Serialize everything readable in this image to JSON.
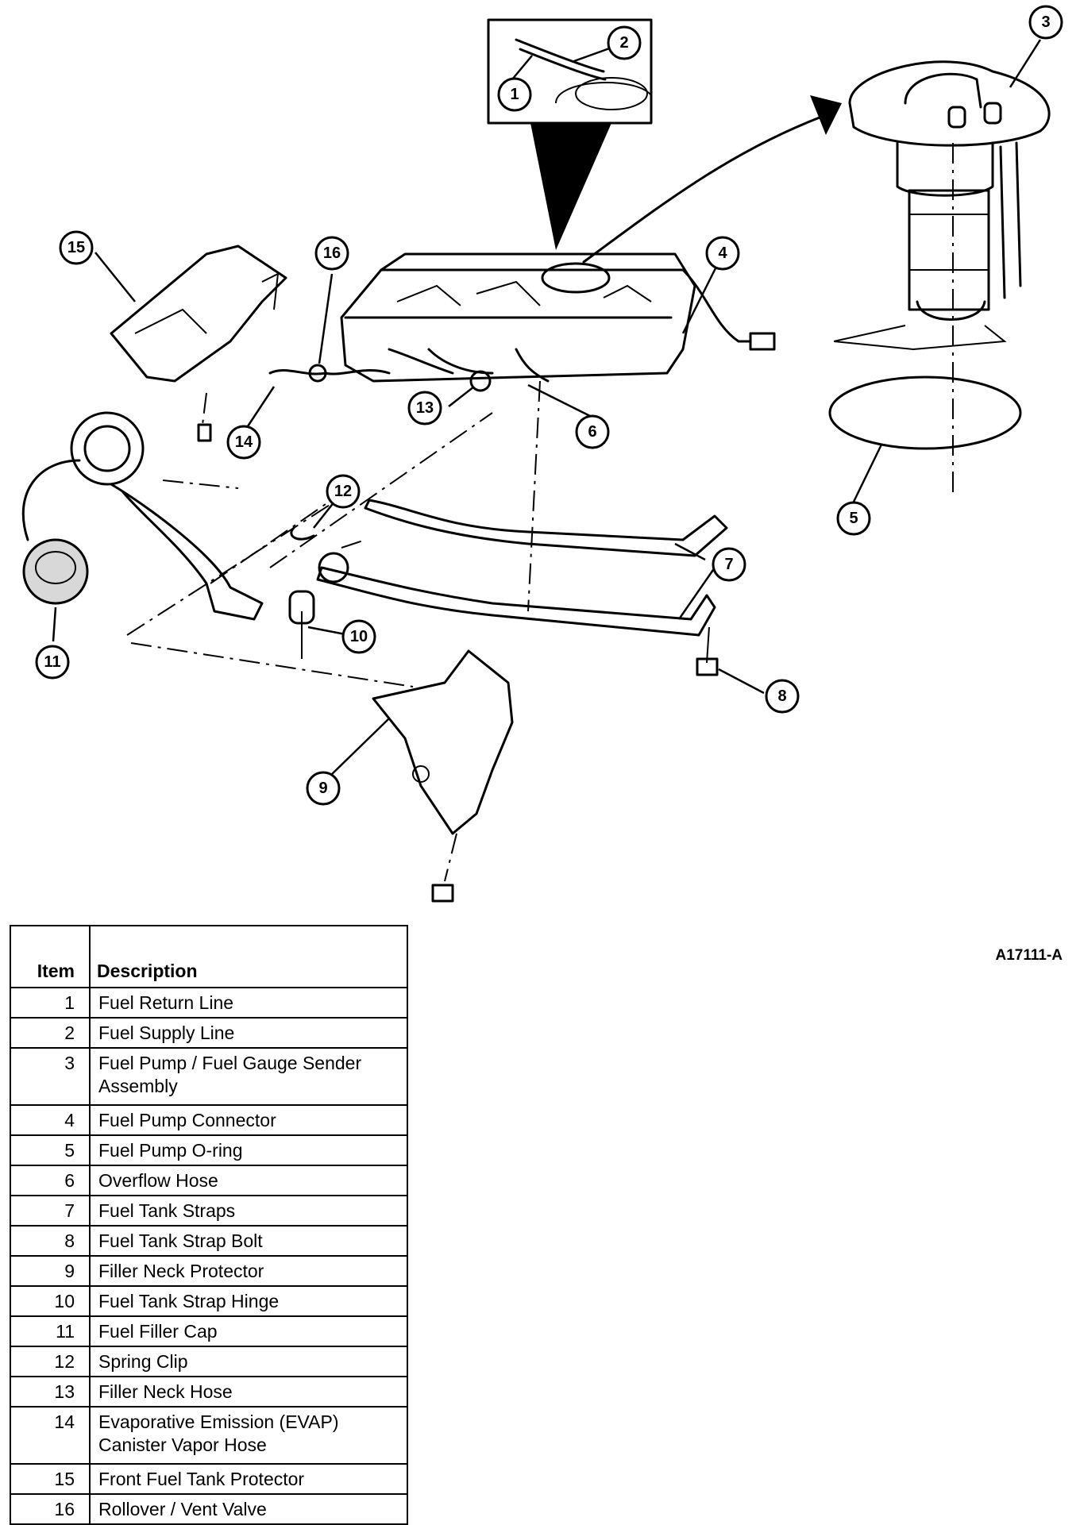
{
  "figure_id": "A17111-A",
  "callouts": [
    "1",
    "2",
    "3",
    "4",
    "5",
    "6",
    "7",
    "8",
    "9",
    "10",
    "11",
    "12",
    "13",
    "14",
    "15",
    "16"
  ],
  "legend": {
    "headers": {
      "item": "Item",
      "description": "Description"
    },
    "rows": [
      {
        "item": "1",
        "description": "Fuel Return Line"
      },
      {
        "item": "2",
        "description": "Fuel Supply Line"
      },
      {
        "item": "3",
        "description": "Fuel Pump / Fuel Gauge Sender Assembly"
      },
      {
        "item": "4",
        "description": "Fuel Pump Connector"
      },
      {
        "item": "5",
        "description": "Fuel Pump O-ring"
      },
      {
        "item": "6",
        "description": "Overflow Hose"
      },
      {
        "item": "7",
        "description": "Fuel Tank Straps"
      },
      {
        "item": "8",
        "description": "Fuel Tank Strap Bolt"
      },
      {
        "item": "9",
        "description": "Filler Neck Protector"
      },
      {
        "item": "10",
        "description": "Fuel Tank Strap Hinge"
      },
      {
        "item": "11",
        "description": "Fuel Filler Cap"
      },
      {
        "item": "12",
        "description": "Spring Clip"
      },
      {
        "item": "13",
        "description": "Filler Neck Hose"
      },
      {
        "item": "14",
        "description": "Evaporative Emission (EVAP) Canister Vapor Hose"
      },
      {
        "item": "15",
        "description": "Front Fuel Tank Protector"
      },
      {
        "item": "16",
        "description": "Rollover / Vent Valve"
      }
    ]
  }
}
